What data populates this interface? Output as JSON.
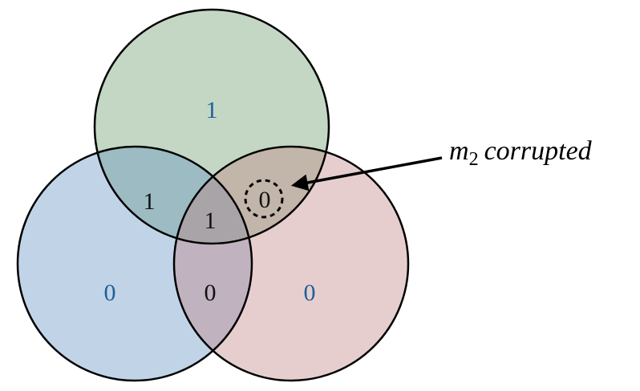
{
  "colors": {
    "top_circle": "#6f9f72",
    "left_circle": "#5b8fbf",
    "right_circle": "#c07d7d",
    "outline": "#000000",
    "blue_text": "#1f5f9a",
    "black_text": "#111111"
  },
  "regions": {
    "top_only": "1",
    "left_only": "0",
    "right_only": "0",
    "top_left": "1",
    "top_right": "0",
    "left_right": "0",
    "center": "1"
  },
  "annotation": {
    "variable": "m",
    "subscript": "2",
    "label": "corrupted"
  }
}
